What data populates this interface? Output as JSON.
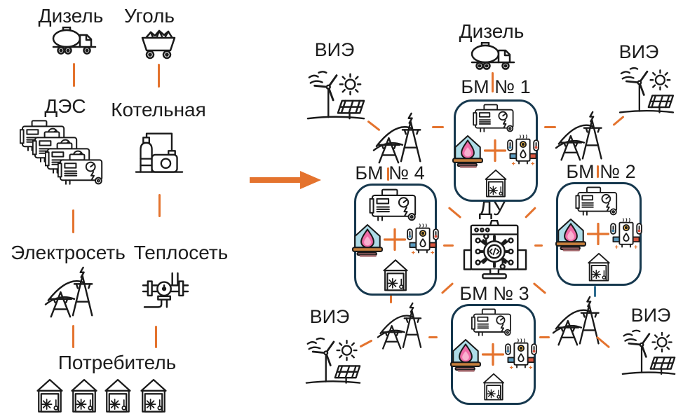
{
  "diagram": {
    "type": "energy-system-transformation-scheme",
    "language": "ru",
    "colors": {
      "connector_orange": "#E4732E",
      "connector_teal": "#2E6C8F",
      "module_border_navy": "#16384E",
      "flame_pink": "#F06CA8",
      "house_blue": "#AEDCE8",
      "stand_brown": "#C8803D",
      "coil_maroon": "#A3686C",
      "boiler_yellow": "#F5BD4F",
      "thermo_red": "#D8503C",
      "thermo_blue": "#3E7FA6",
      "line_black": "#1A1A1A"
    }
  },
  "left_panel": {
    "nodes": [
      {
        "label": "Дизель",
        "icon": "fuel-truck-icon"
      },
      {
        "label": "Уголь",
        "icon": "coal-cart-icon"
      },
      {
        "label": "ДЭС",
        "icon": "diesel-generator-stack-icon",
        "generator_count": 4
      },
      {
        "label": "Котельная",
        "icon": "boiler-house-icon"
      },
      {
        "label": "Электросеть",
        "icon": "power-lines-icon"
      },
      {
        "label": "Теплосеть",
        "icon": "heat-pipeline-icon"
      },
      {
        "label": "Потребитель",
        "icon": "consumer-house-icon",
        "house_count": 4
      }
    ]
  },
  "arrow": {
    "direction": "right",
    "color": "#E4732E"
  },
  "right_panel": {
    "diesel": {
      "label": "Дизель",
      "icon": "fuel-truck-icon"
    },
    "control_unit": {
      "label": "ДУ",
      "icon": "control-computer-icon"
    },
    "modules": [
      {
        "label": "БМ № 1"
      },
      {
        "label": "БМ № 2"
      },
      {
        "label": "БМ № 3"
      },
      {
        "label": "БМ № 4"
      }
    ],
    "module_contents_icons": [
      "diesel-generator-icon",
      "heating-house-icon",
      "plus-icon",
      "water-heater-icon",
      "consumer-house-icon"
    ],
    "renewables": [
      {
        "position": "top-left",
        "label": "ВИЭ",
        "icon": "wind-solar-icon"
      },
      {
        "position": "top-right",
        "label": "ВИЭ",
        "icon": "wind-solar-icon"
      },
      {
        "position": "bottom-left",
        "label": "ВИЭ",
        "icon": "wind-solar-icon"
      },
      {
        "position": "bottom-right",
        "label": "ВИЭ",
        "icon": "wind-solar-icon"
      }
    ],
    "tower_count": 4
  }
}
